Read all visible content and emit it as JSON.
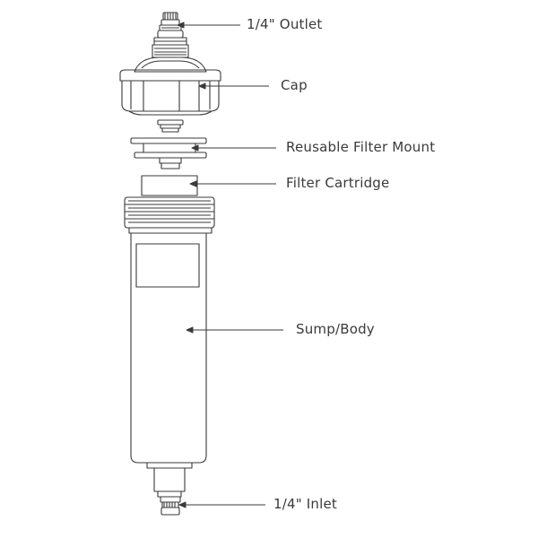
{
  "labels": {
    "outlet": "1/4\" Outlet",
    "cap": "Cap",
    "mount": "Reusable Filter Mount",
    "cartridge": "Filter Cartridge",
    "sump": "Sump/Body",
    "inlet": "1/4\" Inlet"
  },
  "colors": {
    "line": "#3a3a3a",
    "fill": "#ffffff"
  }
}
